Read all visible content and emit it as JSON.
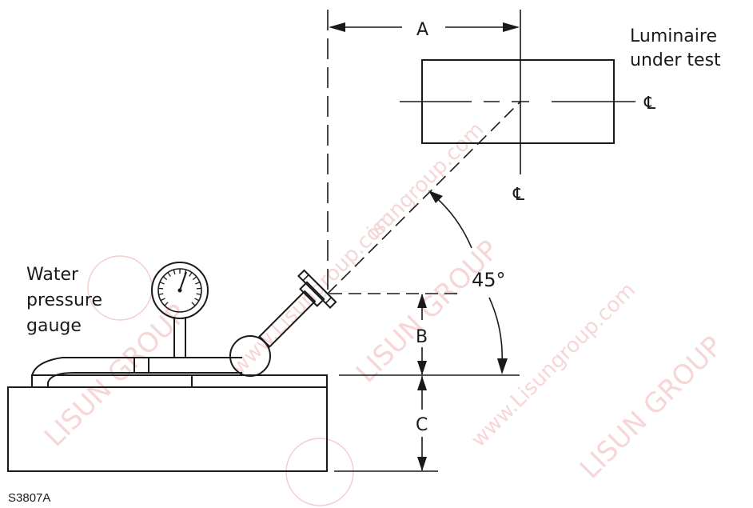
{
  "labels": {
    "luminaire_line1": "Luminaire",
    "luminaire_line2": "under test",
    "gauge_line1": "Water",
    "gauge_line2": "pressure",
    "gauge_line3": "gauge",
    "angle": "45°",
    "dim_a": "A",
    "dim_b": "B",
    "dim_c": "C",
    "centerline_right": "℄",
    "centerline_bottom": "℄",
    "figure_id": "S3807A"
  },
  "watermark": {
    "brand": "LISUN GROUP",
    "url": "www.Lisungroup.com",
    "url_short": "isungroup.com",
    "color": "#f6d6d6"
  },
  "colors": {
    "ink": "#1a1a1a",
    "background": "#ffffff"
  }
}
